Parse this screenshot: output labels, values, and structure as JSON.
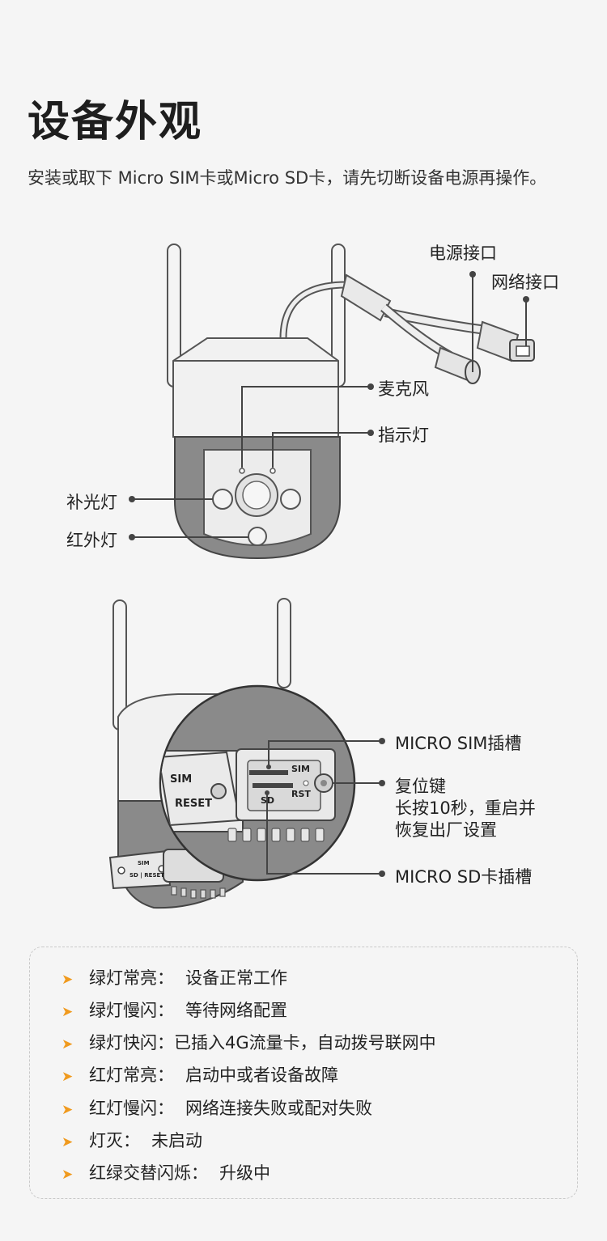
{
  "title": "设备外观",
  "subtitle": "安装或取下 Micro SIM卡或Micro SD卡，请先切断设备电源再操作。",
  "front_labels": {
    "power_port": "电源接口",
    "network_port": "网络接口",
    "microphone": "麦克风",
    "indicator": "指示灯",
    "fill_light": "补光灯",
    "ir_light": "红外灯"
  },
  "side_labels": {
    "sim_slot": "MICRO SIM插槽",
    "reset_key": "复位键",
    "reset_desc_line1": "长按10秒，重启并",
    "reset_desc_line2": "恢复出厂设置",
    "sd_slot": "MICRO SD卡插槽"
  },
  "device_markings": {
    "sim": "SIM",
    "reset": "RESET",
    "sd": "SD",
    "rst": "RST",
    "small_sim": "SIM",
    "small_sd_reset": "SD | RESET"
  },
  "led_states": [
    {
      "state": "绿灯常亮：",
      "meaning": "设备正常工作"
    },
    {
      "state": "绿灯慢闪：",
      "meaning": "等待网络配置"
    },
    {
      "state": "绿灯快闪：",
      "meaning": "已插入4G流量卡，自动拨号联网中"
    },
    {
      "state": "红灯常亮：",
      "meaning": "启动中或者设备故障"
    },
    {
      "state": "红灯慢闪：",
      "meaning": "网络连接失败或配对失败"
    },
    {
      "state": "灯灭：",
      "meaning": "未启动"
    },
    {
      "state": "红绿交替闪烁：",
      "meaning": "升级中"
    }
  ],
  "colors": {
    "accent": "#f09a1e",
    "body_grey": "#8a8a8a",
    "light_grey": "#e6e6e6"
  }
}
